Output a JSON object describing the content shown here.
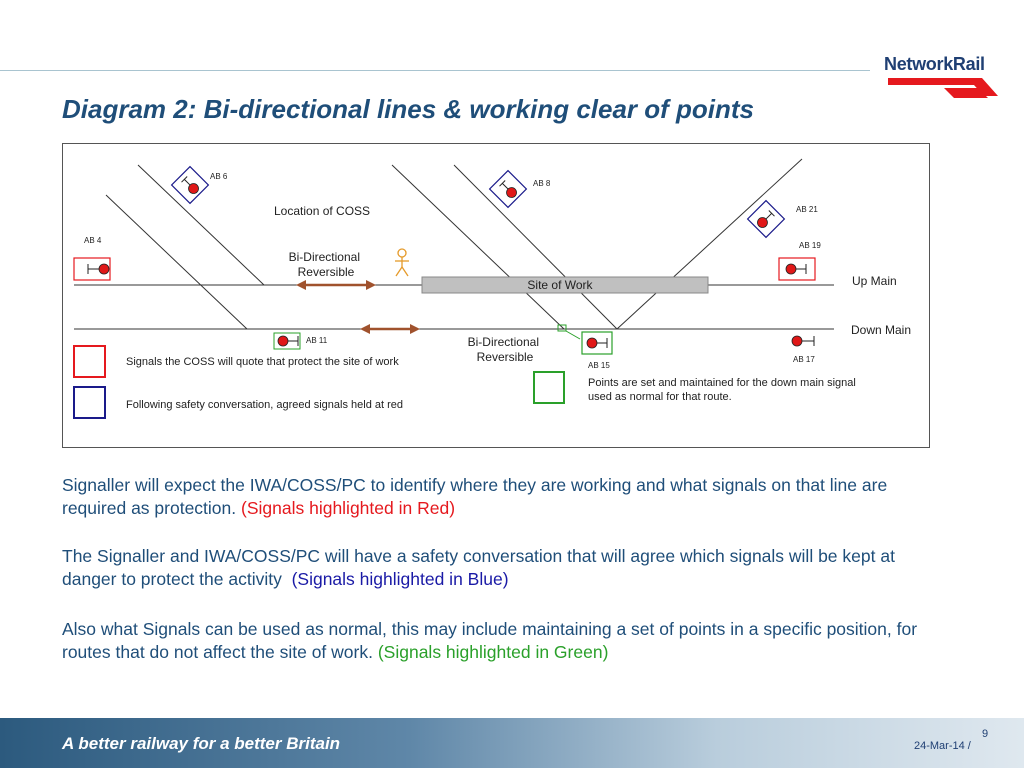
{
  "header": {
    "logo_text": "NetworkRail",
    "title": "Diagram 2: Bi-directional lines & working clear of points"
  },
  "diagram": {
    "signals": {
      "ab6": "AB 6",
      "ab8": "AB 8",
      "ab21": "AB 21",
      "ab19": "AB 19",
      "ab4": "AB 4",
      "ab11": "AB 11",
      "ab15": "AB 15",
      "ab17": "AB 17"
    },
    "location_coss": "Location of COSS",
    "bidir_upper": [
      "Bi-Directional",
      "Reversible"
    ],
    "bidir_lower": [
      "Bi-Directional",
      "Reversible"
    ],
    "site_of_work": "Site of Work",
    "up_main": "Up Main",
    "down_main": "Down Main",
    "legend": {
      "red": "Signals the COSS will quote that protect the site of work",
      "blue": "Following safety conversation, agreed signals held at red",
      "green": [
        "Points are set and maintained for the down main signal",
        "used as normal for that route."
      ]
    },
    "colors": {
      "red_box": "#e5191e",
      "blue_box": "#1a1a8a",
      "green_box": "#2aa02a",
      "arrow": "#a0522d",
      "signal": "#e01818"
    }
  },
  "body": {
    "p1_main": "Signaller will expect the IWA/COSS/PC to identify where they are working and what signals on that line are required as protection. ",
    "p1_highlight": "(Signals highlighted in Red)",
    "p2_main": "The Signaller and IWA/COSS/PC will have a safety conversation that will agree which signals will be kept at danger to protect the activity  ",
    "p2_highlight": "(Signals highlighted in Blue)",
    "p3_main": "Also what Signals can be used as normal, this may include maintaining a set of points in a specific position, for routes that do not affect the site of work. ",
    "p3_highlight": "(Signals highlighted in Green)"
  },
  "footer": {
    "tagline": "A better railway for a better Britain",
    "page_number": "9",
    "date": "24-Mar-14 /"
  }
}
